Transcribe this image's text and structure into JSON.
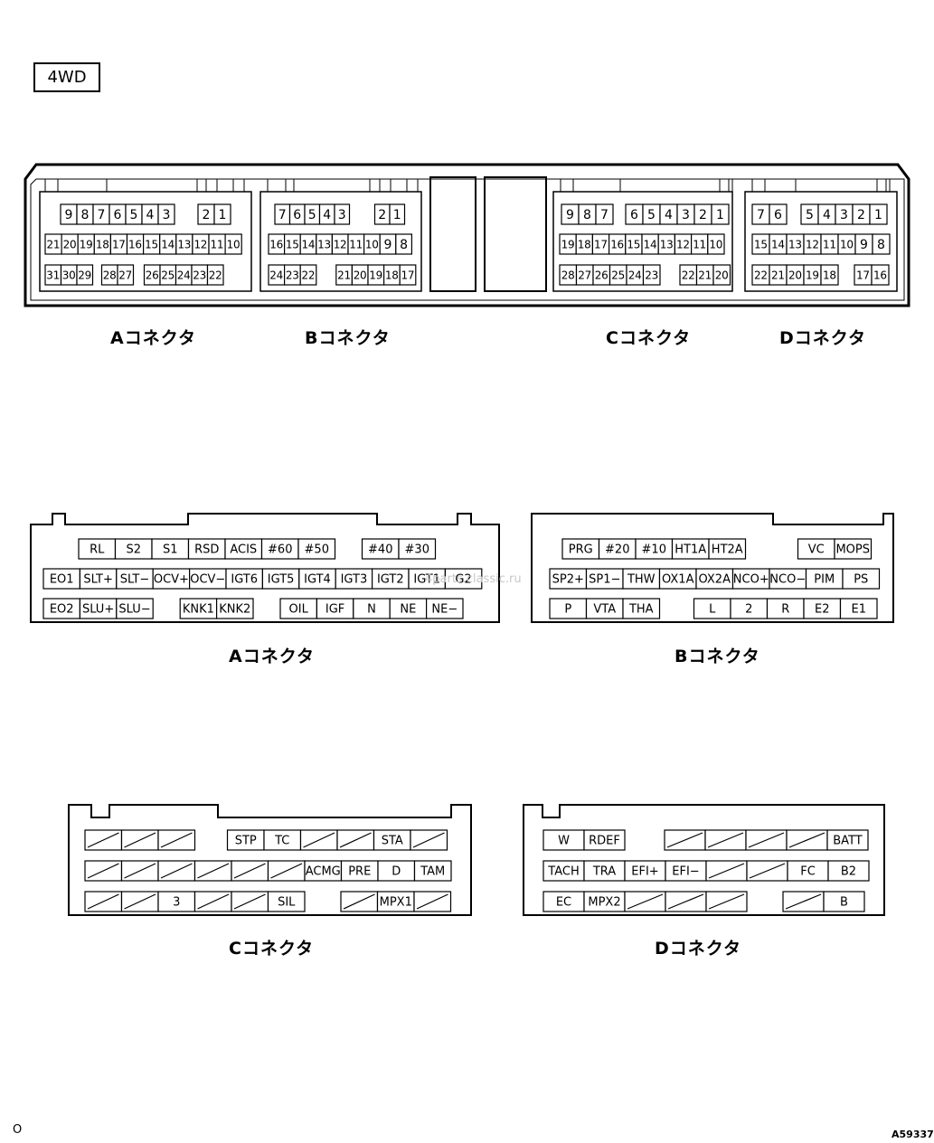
{
  "badge": "4WD",
  "top_view": {
    "connectors": [
      {
        "label": "Aコネクタ",
        "rows": [
          [
            "9",
            "8",
            "7",
            "6",
            "5",
            "4",
            "3",
            "",
            "2",
            "1"
          ],
          [
            "21",
            "20",
            "19",
            "18",
            "17",
            "16",
            "15",
            "14",
            "13",
            "12",
            "11",
            "10"
          ],
          [
            "31",
            "30",
            "29",
            "",
            "28",
            "27",
            "",
            "26",
            "25",
            "24",
            "23",
            "22"
          ]
        ]
      },
      {
        "label": "Bコネクタ",
        "rows": [
          [
            "7",
            "6",
            "5",
            "4",
            "3",
            "",
            "2",
            "1"
          ],
          [
            "16",
            "15",
            "14",
            "13",
            "12",
            "11",
            "10",
            "9",
            "8"
          ],
          [
            "24",
            "23",
            "22",
            "",
            "21",
            "20",
            "19",
            "18",
            "17"
          ]
        ]
      },
      {
        "label": "Cコネクタ",
        "rows": [
          [
            "9",
            "8",
            "7",
            "",
            "6",
            "5",
            "4",
            "3",
            "2",
            "1"
          ],
          [
            "19",
            "18",
            "17",
            "16",
            "15",
            "14",
            "13",
            "12",
            "11",
            "10"
          ],
          [
            "28",
            "27",
            "26",
            "25",
            "24",
            "23",
            "",
            "22",
            "21",
            "20"
          ]
        ]
      },
      {
        "label": "Dコネクタ",
        "rows": [
          [
            "7",
            "6",
            "",
            "5",
            "4",
            "3",
            "2",
            "1"
          ],
          [
            "15",
            "14",
            "13",
            "12",
            "11",
            "10",
            "9",
            "8"
          ],
          [
            "22",
            "21",
            "20",
            "19",
            "18",
            "",
            "17",
            "16"
          ]
        ]
      }
    ]
  },
  "middle_view": {
    "connectors": [
      {
        "label": "Aコネクタ",
        "rows": [
          [
            "RL",
            "S2",
            "S1",
            "RSD",
            "ACIS",
            "#60",
            "#50",
            "",
            "#40",
            "#30"
          ],
          [
            "EO1",
            "SLT+",
            "SLT−",
            "OCV+",
            "OCV−",
            "IGT6",
            "IGT5",
            "IGT4",
            "IGT3",
            "IGT2",
            "IGT1",
            "G2"
          ],
          [
            "EO2",
            "SLU+",
            "SLU−",
            "",
            "KNK1",
            "KNK2",
            "",
            "OIL",
            "IGF",
            "N",
            "NE",
            "NE−"
          ]
        ]
      },
      {
        "label": "Bコネクタ",
        "rows": [
          [
            "PRG",
            "#20",
            "#10",
            "HT1A",
            "HT2A",
            "",
            "VC",
            "MOPS"
          ],
          [
            "SP2+",
            "SP1−",
            "THW",
            "OX1A",
            "OX2A",
            "NCO+",
            "NCO−",
            "PIM",
            "PS"
          ],
          [
            "P",
            "VTA",
            "THA",
            "",
            "L",
            "2",
            "R",
            "E2",
            "E1"
          ]
        ]
      }
    ]
  },
  "bottom_view": {
    "connectors": [
      {
        "label": "Cコネクタ",
        "rows": [
          [
            "/",
            "/",
            "/",
            "",
            "STP",
            "TC",
            "/",
            "/",
            "STA",
            "/"
          ],
          [
            "/",
            "/",
            "/",
            "/",
            "/",
            "/",
            "ACMG",
            "PRE",
            "D",
            "TAM"
          ],
          [
            "/",
            "/",
            "3",
            "/",
            "/",
            "SIL",
            "",
            "/",
            "MPX1",
            "/"
          ]
        ]
      },
      {
        "label": "Dコネクタ",
        "rows": [
          [
            "W",
            "RDEF",
            "",
            "/",
            "/",
            "/",
            "/",
            "BATT"
          ],
          [
            "TACH",
            "TRA",
            "EFI+",
            "EFI−",
            "/",
            "/",
            "FC",
            "B2"
          ],
          [
            "EC",
            "MPX2",
            "/",
            "/",
            "/",
            "",
            "/",
            "B"
          ]
        ]
      }
    ]
  },
  "watermark": "4parts.classic.ru",
  "corner_left": "O",
  "corner_right": "A59337"
}
